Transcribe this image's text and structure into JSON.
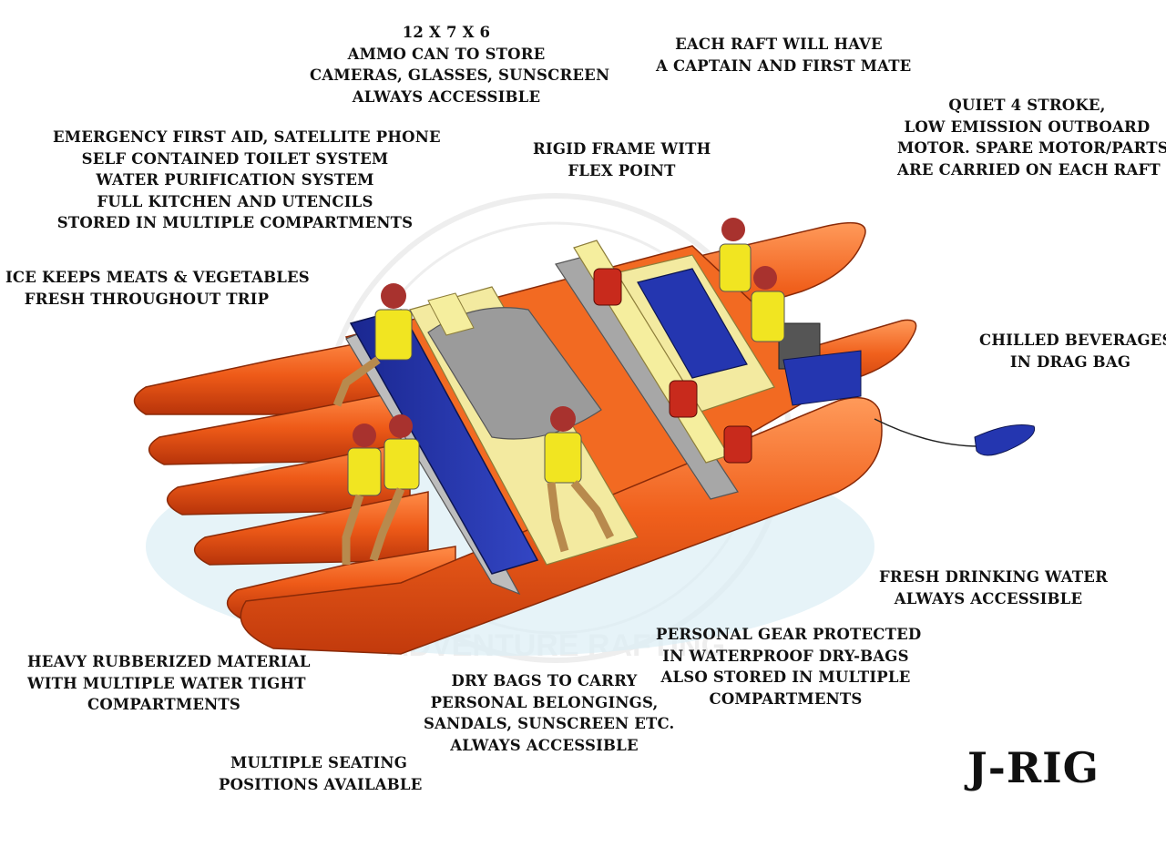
{
  "title": "J-RIG",
  "watermark": "ADVENTURE RAFTING",
  "colors": {
    "tube": "#f0601c",
    "tube_dark": "#c8380c",
    "tube_light": "#ff9a5a",
    "deck_blue": "#1f2f9e",
    "deck_yellow": "#f3eaa0",
    "frame_gray": "#a9a9a9",
    "vest": "#f1e521",
    "helmet": "#a8322e",
    "text": "#111111"
  },
  "callouts": {
    "ammo_can": [
      "12 X 7 X 6",
      "AMMO CAN TO STORE",
      "CAMERAS, GLASSES, SUNSCREEN",
      "ALWAYS ACCESSIBLE"
    ],
    "captain": [
      "EACH RAFT WILL HAVE",
      "A CAPTAIN AND FIRST MATE"
    ],
    "motor": [
      "QUIET 4 STROKE,",
      "LOW EMISSION OUTBOARD",
      "MOTOR. SPARE MOTOR/PARTS",
      "ARE CARRIED ON EACH RAFT"
    ],
    "emergency": [
      "EMERGENCY FIRST AID, SATELLITE PHONE",
      "SELF CONTAINED TOILET SYSTEM",
      "WATER PURIFICATION SYSTEM",
      "FULL KITCHEN AND UTENCILS",
      "STORED IN MULTIPLE COMPARTMENTS"
    ],
    "frame": [
      "RIGID FRAME WITH",
      "FLEX POINT"
    ],
    "ice": [
      "ICE KEEPS MEATS & VEGETABLES",
      "FRESH THROUGHOUT TRIP"
    ],
    "beverages": [
      "CHILLED BEVERAGES",
      "IN DRAG BAG"
    ],
    "drinking_water": [
      "FRESH DRINKING WATER",
      "ALWAYS ACCESSIBLE"
    ],
    "personal_gear": [
      "PERSONAL GEAR PROTECTED",
      "IN WATERPROOF DRY-BAGS",
      "ALSO STORED IN MULTIPLE",
      "COMPARTMENTS"
    ],
    "rubberized": [
      "HEAVY RUBBERIZED MATERIAL",
      "WITH MULTIPLE WATER TIGHT",
      "COMPARTMENTS"
    ],
    "dry_bags": [
      "DRY BAGS TO CARRY",
      "PERSONAL BELONGINGS,",
      "SANDALS, SUNSCREEN ETC.",
      "ALWAYS ACCESSIBLE"
    ],
    "seating": [
      "MULTIPLE SEATING",
      "POSITIONS AVAILABLE"
    ]
  }
}
